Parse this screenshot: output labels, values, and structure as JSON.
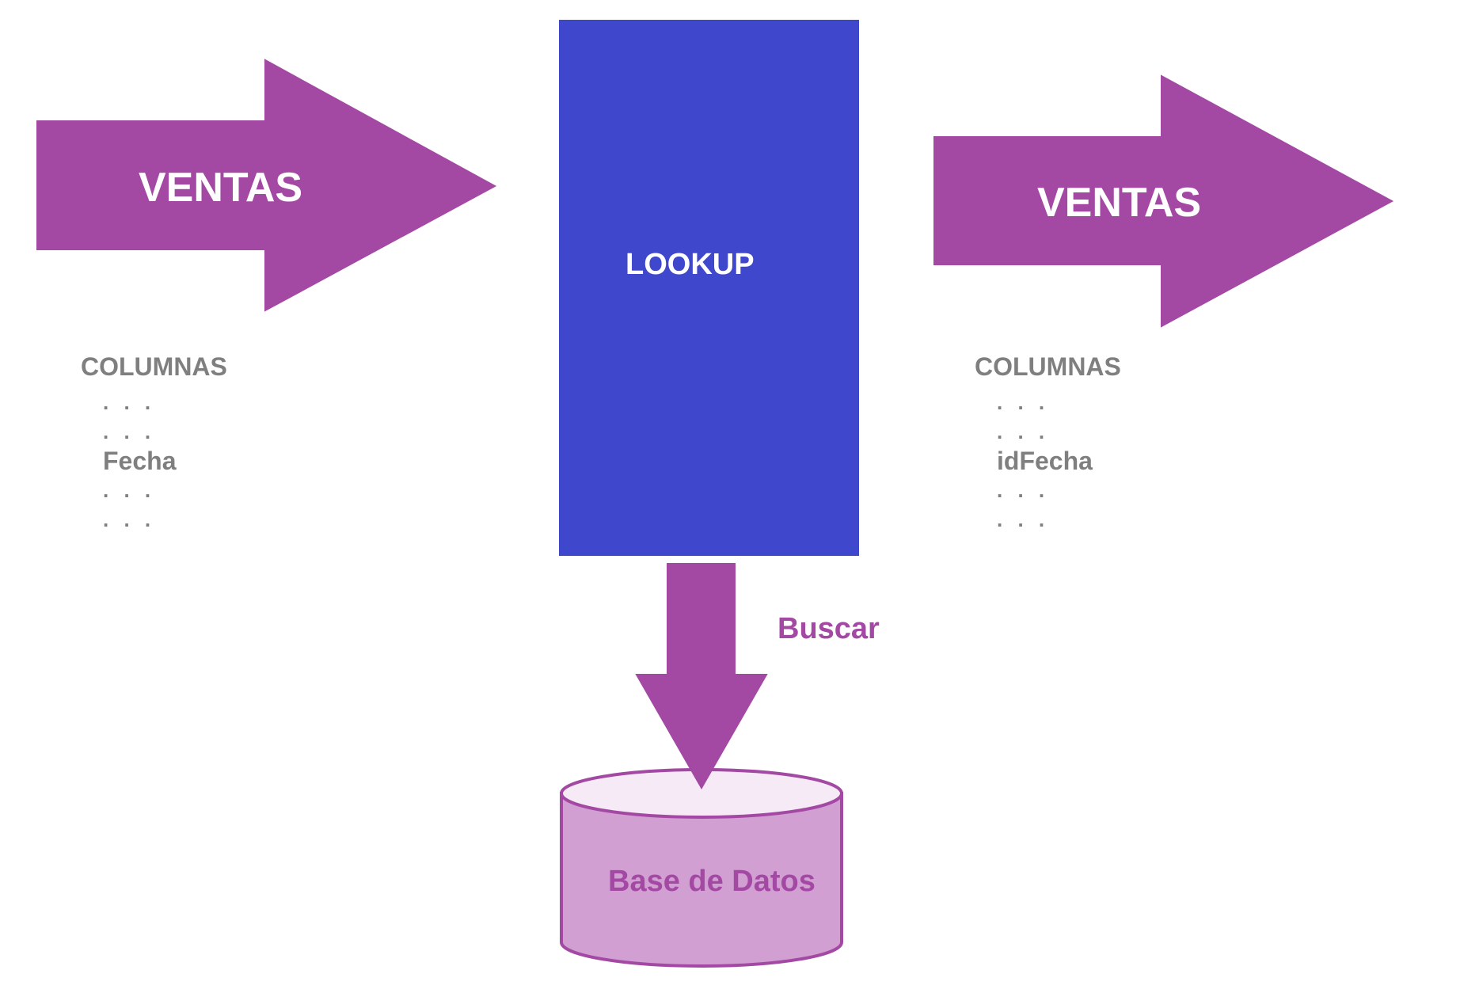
{
  "colors": {
    "arrow_fill": "#a349a4",
    "lookup_fill": "#3f48cc",
    "db_body_fill": "#d29fd3",
    "db_top_fill": "#f5eaf5",
    "db_stroke": "#a349a4",
    "muted_text": "#7f7f7f",
    "white_text": "#ffffff"
  },
  "input_arrow": {
    "label": "VENTAS"
  },
  "output_arrow": {
    "label": "VENTAS"
  },
  "lookup_box": {
    "label": "LOOKUP"
  },
  "input_columns": {
    "header": "COLUMNAS",
    "items": [
      ". . .",
      ". . .",
      "Fecha",
      ". . .",
      ". . ."
    ]
  },
  "output_columns": {
    "header": "COLUMNAS",
    "items": [
      ". . .",
      ". . .",
      "idFecha",
      ". . .",
      ". . ."
    ]
  },
  "search_arrow": {
    "label": "Buscar"
  },
  "database": {
    "label": "Base de Datos"
  }
}
